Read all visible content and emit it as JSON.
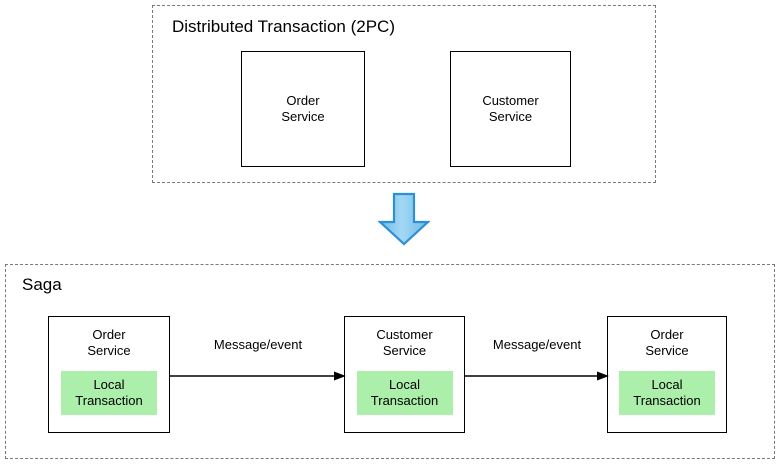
{
  "diagram": {
    "title_visible": false,
    "groups": [
      {
        "id": "2pc",
        "label": "Distributed Transaction (2PC)",
        "boxes": [
          {
            "id": "order-2pc",
            "label": "Order\nService"
          },
          {
            "id": "customer-2pc",
            "label": "Customer\nService"
          }
        ]
      },
      {
        "id": "saga",
        "label": "Saga",
        "boxes": [
          {
            "id": "saga-1",
            "service": "Order\nService",
            "inner": "Local\nTransaction"
          },
          {
            "id": "saga-2",
            "service": "Customer\nService",
            "inner": "Local\nTransaction"
          },
          {
            "id": "saga-3",
            "service": "Order\nService",
            "inner": "Local\nTransaction"
          }
        ],
        "connectors": [
          {
            "id": "connector-1",
            "label": "Message/event",
            "direction": "right"
          },
          {
            "id": "connector-2",
            "label": "Message/event",
            "direction": "right"
          }
        ]
      }
    ],
    "transition": {
      "icon": "down-arrow-icon",
      "direction": "down"
    },
    "colors": {
      "local_transaction_fill": "#abefab",
      "transition_arrow_fill": "#8ccdee",
      "transition_arrow_stroke": "#2f8fd4",
      "group_border": "#7a7a7a",
      "box_border": "#000000",
      "background": "#ffffff",
      "text": "#000000"
    }
  }
}
